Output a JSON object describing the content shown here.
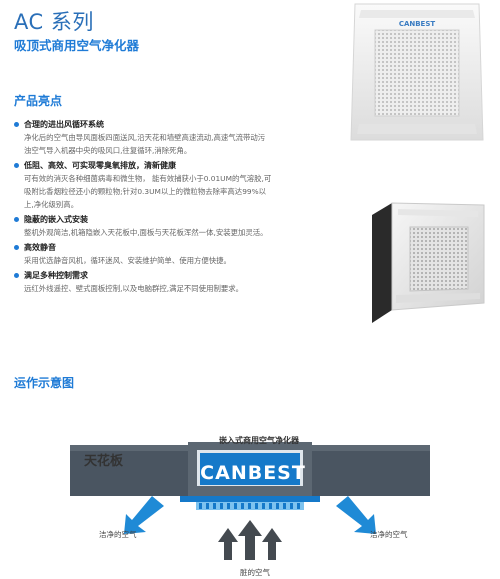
{
  "header": {
    "title": "AC 系列",
    "subtitle": "吸顶式商用空气净化器"
  },
  "highlights": {
    "heading": "产品亮点",
    "items": [
      {
        "title": "合理的进出风循环系统",
        "lines": [
          "净化后的空气由导风面板四面送风,沿天花和墙壁高速流动,高速气流带动污",
          "浊空气导入机器中央的吸风口,往复循环,消除死角。"
        ]
      },
      {
        "title": "低阻、高效、可实现零臭氧排放，清新健康",
        "lines": [
          "可有效的消灭各种细菌病毒和微生物， 能有效捕获小于0.01UM的气溶胶,可",
          "吸附比香烟粒径还小的颗粒物;针对0.3UM以上的微粒物去除率高达99%以",
          "上,净化级别高。"
        ]
      },
      {
        "title": "隐蔽的嵌入式安装",
        "lines": [
          "整机外观简洁,机箱隐嵌入天花板中,面板与天花板浑然一体,安装更加灵活。"
        ]
      },
      {
        "title": "高效静音",
        "lines": [
          "采用优选静音风机，循环迷风、安装维护简单、使用方便快捷。"
        ]
      },
      {
        "title": "满足多种控制需求",
        "lines": [
          "远红外线遥控、壁式面板控制,以及电脑群控,满足不同使用制要求。"
        ]
      }
    ]
  },
  "product": {
    "brand": "CANBEST"
  },
  "diagram": {
    "heading": "运作示意图",
    "title": "嵌入式商用空气净化器",
    "ceiling_label": "天花板",
    "brand": "CANBEST",
    "clean_air_left": "洁净的空气",
    "clean_air_right": "洁净的空气",
    "dirty_air": "脏的空气",
    "colors": {
      "accent": "#1f7bd6",
      "ceiling": "#4a5561",
      "unit": "#1579c9"
    }
  }
}
